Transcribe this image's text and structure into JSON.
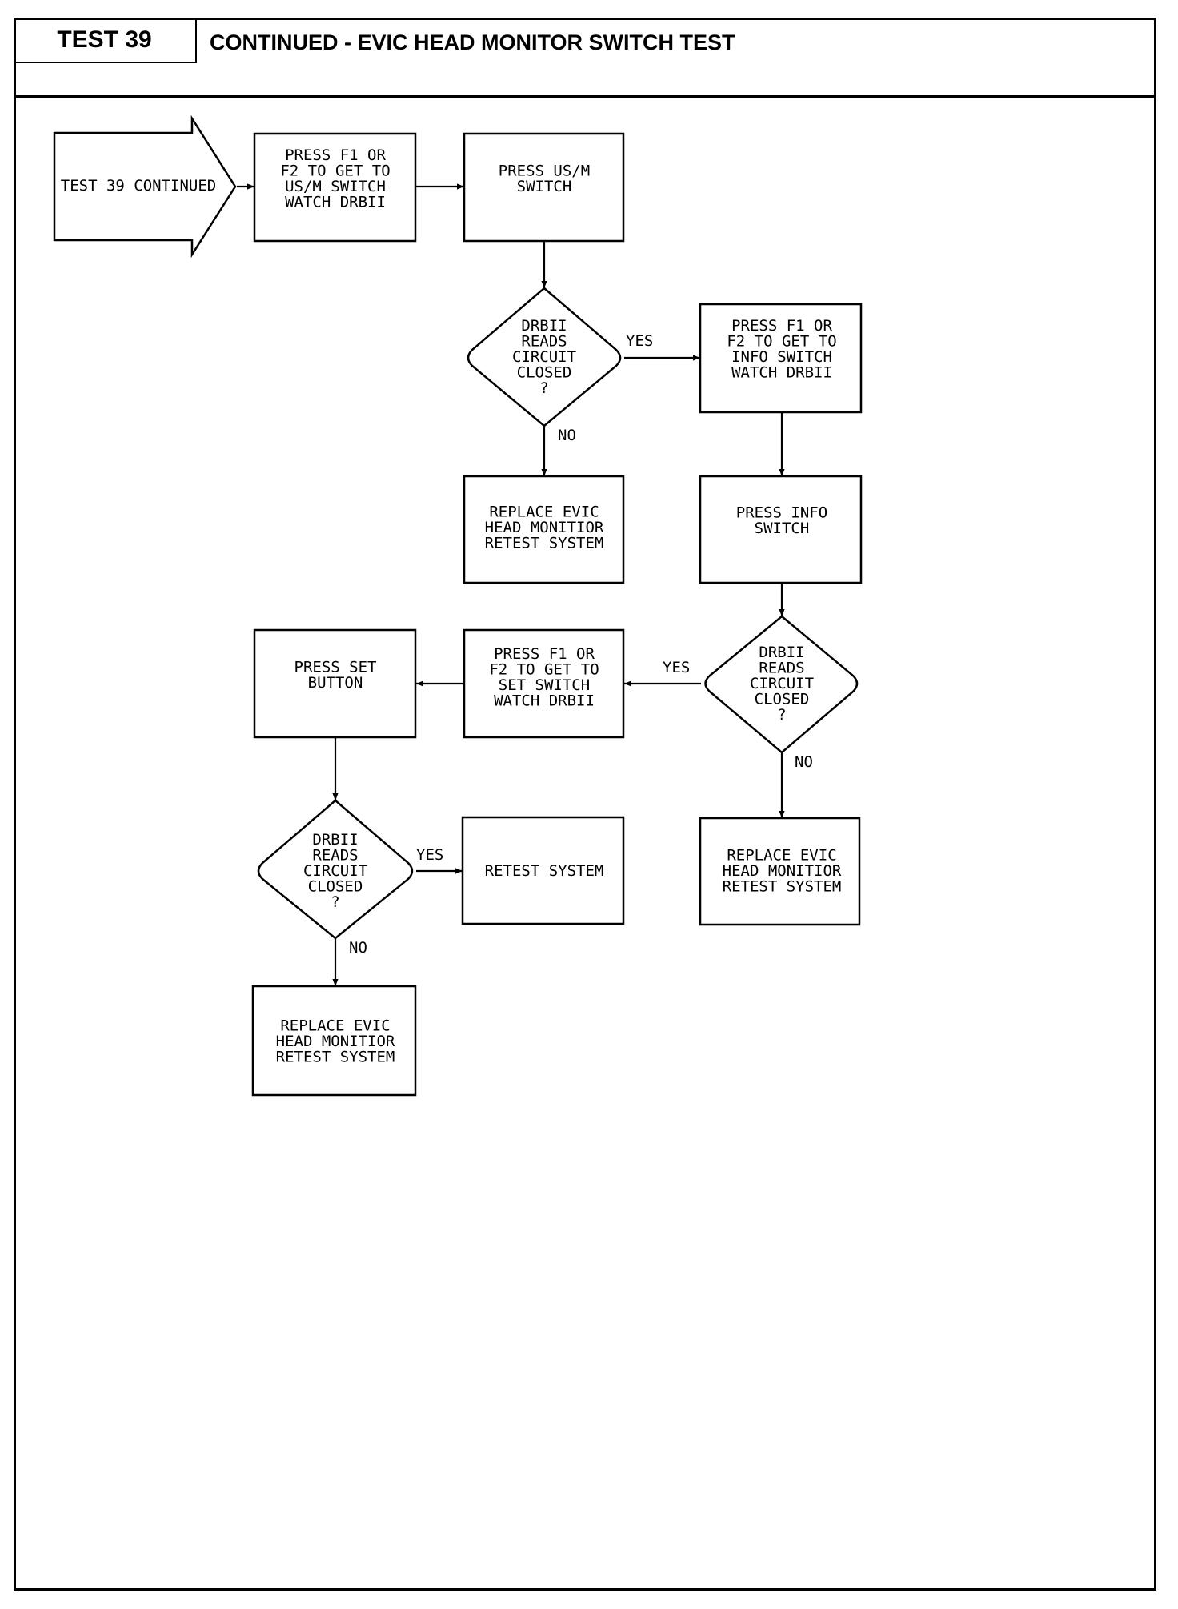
{
  "header": {
    "test_label": "TEST 39",
    "title": "CONTINUED - EVIC HEAD MONITOR SWITCH TEST"
  },
  "nodes": {
    "start": [
      "TEST 39 CONTINUED"
    ],
    "p1": [
      "PRESS F1 OR",
      "F2 TO GET TO",
      "US/M SWITCH",
      "WATCH DRBII"
    ],
    "p2": [
      "PRESS US/M",
      "SWITCH"
    ],
    "d1": [
      "DRBII",
      "READS",
      "CIRCUIT",
      "CLOSED",
      "?"
    ],
    "p3": [
      "PRESS F1 OR",
      "F2 TO GET TO",
      "INFO SWITCH",
      "WATCH DRBII"
    ],
    "r1": [
      "REPLACE EVIC",
      "HEAD MONITIOR",
      "RETEST SYSTEM"
    ],
    "p4": [
      "PRESS INFO",
      "SWITCH"
    ],
    "d2": [
      "DRBII",
      "READS",
      "CIRCUIT",
      "CLOSED",
      "?"
    ],
    "p5": [
      "PRESS F1 OR",
      "F2 TO GET TO",
      "SET SWITCH",
      "WATCH DRBII"
    ],
    "p6": [
      "PRESS SET",
      "BUTTON"
    ],
    "r2": [
      "REPLACE EVIC",
      "HEAD MONITIOR",
      "RETEST SYSTEM"
    ],
    "d3": [
      "DRBII",
      "READS",
      "CIRCUIT",
      "CLOSED",
      "?"
    ],
    "rt": [
      "RETEST SYSTEM"
    ],
    "r3": [
      "REPLACE EVIC",
      "HEAD MONITIOR",
      "RETEST SYSTEM"
    ]
  },
  "edge_labels": {
    "yes": "YES",
    "no": "NO"
  }
}
